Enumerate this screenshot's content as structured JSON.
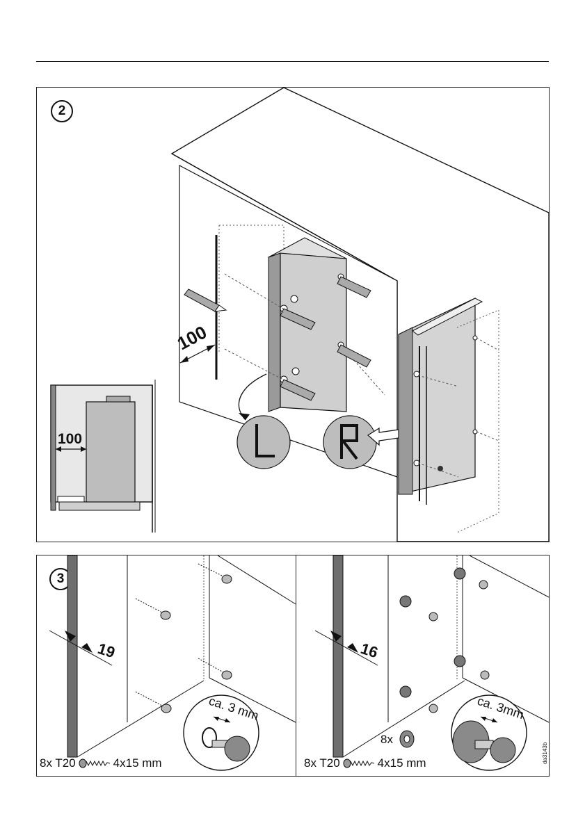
{
  "steps": [
    {
      "number": "2",
      "labels": {
        "offset_diagram": "100",
        "offset_inset": "100",
        "left_symbol": "L",
        "right_symbol": "R"
      }
    },
    {
      "number": "3",
      "left": {
        "thickness": "19",
        "gap": "ca. 3 mm",
        "quantity": "8x T20",
        "screw_size": "4x15 mm"
      },
      "right": {
        "thickness": "16",
        "gap": "ca. 3mm",
        "spacer_qty": "8x",
        "quantity": "8x T20",
        "screw_size": "4x15 mm"
      },
      "doc_id": "da3143b"
    }
  ],
  "colors": {
    "line": "#111111",
    "panel_grey": "#c8c8c8",
    "dark_grey": "#6e6e6e",
    "light_grey": "#e4e4e4"
  }
}
